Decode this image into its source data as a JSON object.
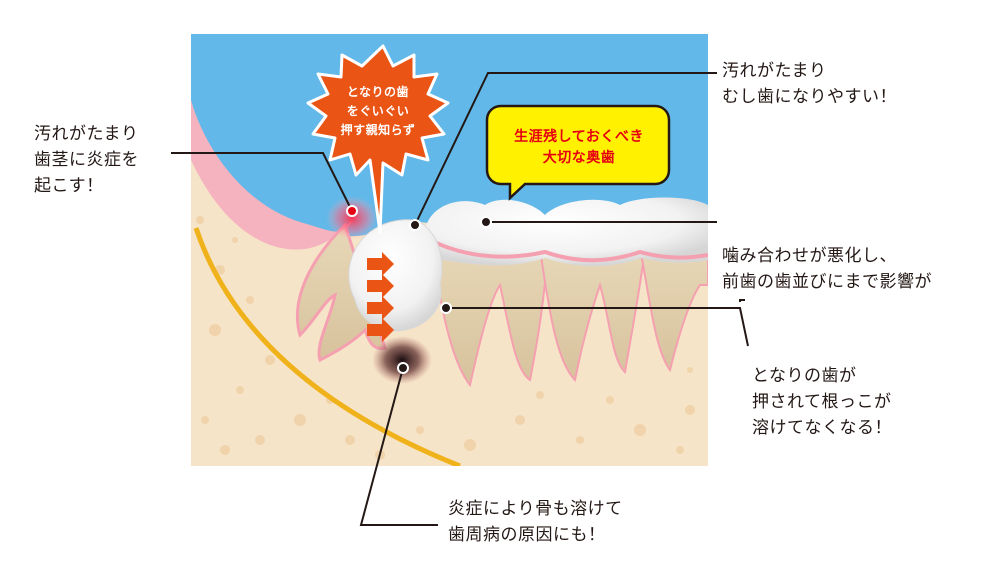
{
  "labels": {
    "top_right": [
      "汚れがたまり",
      "むし歯になりやすい！"
    ],
    "left": [
      "汚れがたまり",
      "歯茎に炎症を",
      "起こす！"
    ],
    "mid_right": [
      "噛み合わせが悪化し、",
      "前歯の歯並びにまで影響が"
    ],
    "low_right": [
      "となりの歯が",
      "押されて根っこが",
      "溶けてなくなる！"
    ],
    "bottom": [
      "炎症により骨も溶けて",
      "歯周病の原因にも！"
    ]
  },
  "burst": [
    "となりの歯",
    "をぐいぐい",
    "押す親知らず"
  ],
  "bubble": [
    "生涯残しておくべき",
    "大切な奥歯"
  ],
  "colors": {
    "sky": "#62b8e8",
    "bone": "#f6e4c8",
    "gum": "#f5b3bf",
    "nerve_line": "#f0b21a",
    "burst": "#ea5414",
    "bubble": "#fff100",
    "bubble_text": "#e60012",
    "arrow": "#ea5414"
  }
}
